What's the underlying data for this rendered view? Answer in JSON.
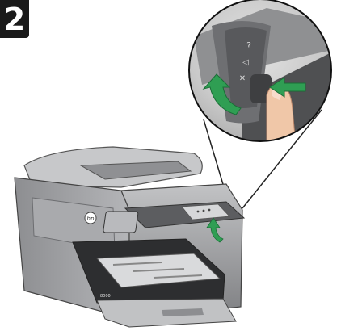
{
  "step": {
    "number": "2"
  },
  "printer": {
    "brand_mark": "hp",
    "model_label": "8000"
  },
  "panel": {
    "glyphs": [
      "?",
      "◁",
      "✕"
    ]
  },
  "colors": {
    "arrow": "#2f9e53",
    "printer_body": "#9b9c9e",
    "dark": "#1a1a1a"
  }
}
